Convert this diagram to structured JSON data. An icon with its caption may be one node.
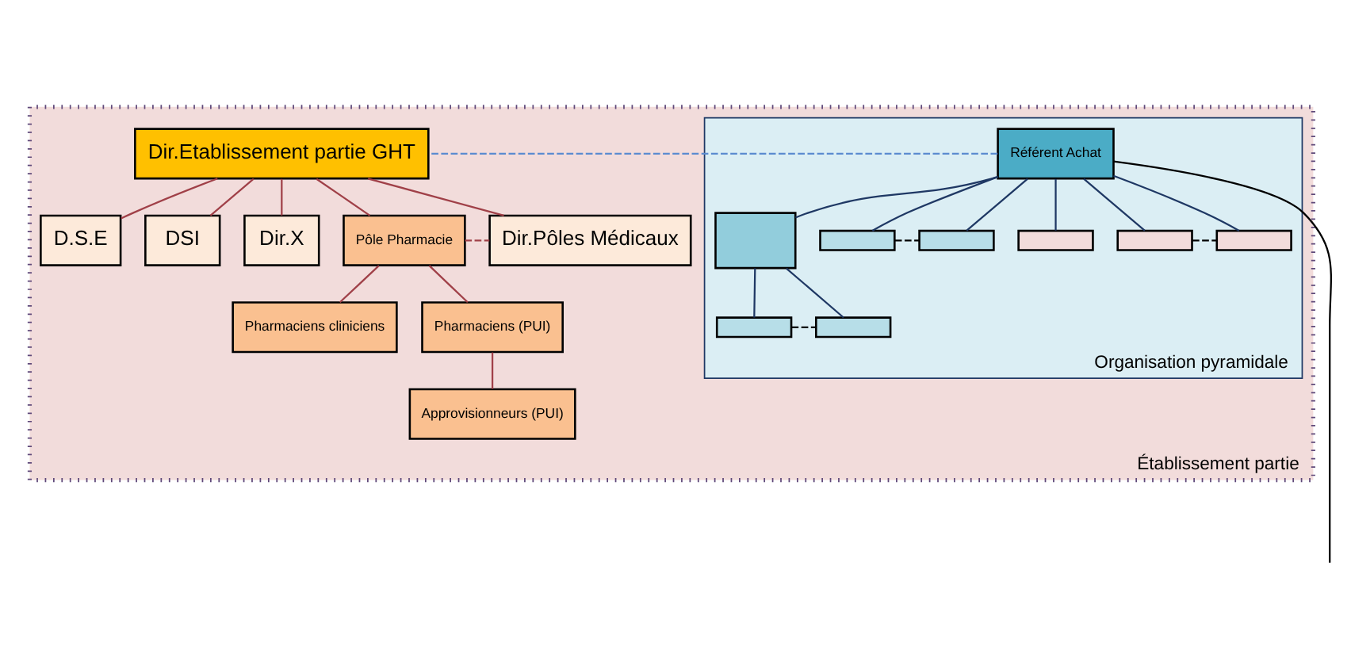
{
  "diagram": {
    "nodes": [
      {
        "text": [
          "Établissement partie"
        ]
      },
      {
        "text": [
          "Dir.Etablissement partie GHT"
        ],
        "in": 0
      },
      {
        "text": [
          "Organisation pyramidale"
        ],
        "in": 0
      },
      {
        "text": [
          "Référent Achat"
        ],
        "in": 2
      },
      {
        "text": [],
        "shape": "box",
        "in": 2
      },
      {
        "text": [],
        "shape": "box",
        "in": 2
      },
      {
        "text": [],
        "shape": "box",
        "in": 2
      },
      {
        "text": [],
        "shape": "box",
        "in": 2
      },
      {
        "text": [],
        "shape": "box",
        "in": 2
      },
      {
        "text": [],
        "shape": "box",
        "in": 2
      },
      {
        "text": [],
        "shape": "box",
        "in": 2
      },
      {
        "text": [],
        "shape": "box",
        "in": 2
      },
      {
        "text": [
          "D.S.E"
        ],
        "in": 0
      },
      {
        "text": [
          "DSI"
        ],
        "in": 0
      },
      {
        "text": [
          "Dir.X"
        ],
        "in": 0
      },
      {
        "text": [
          "Pôle Pharmacie"
        ],
        "in": 0
      },
      {
        "text": [
          "Dir.Pôles Médicaux"
        ],
        "in": 0
      },
      {
        "text": [
          "Pharmaciens cliniciens"
        ],
        "in": 0
      },
      {
        "text": [
          "Pharmaciens (PUI)"
        ],
        "in": 0
      },
      {
        "text": [
          "Approvisionneurs (PUI)"
        ],
        "in": 0
      }
    ],
    "edges": [
      {
        "from": 3,
        "to": null,
        "arrow": "none",
        "color": "#000000"
      },
      {
        "from": 3,
        "to": 1,
        "arrow": "none",
        "style": "dashed",
        "color": "#5b8bd0"
      },
      {
        "from": 1,
        "to": 12,
        "arrow": "none",
        "color": "#a04048"
      },
      {
        "from": 1,
        "to": 13,
        "arrow": "none",
        "color": "#a04048"
      },
      {
        "from": 1,
        "to": 14,
        "arrow": "none",
        "color": "#a04048"
      },
      {
        "from": 1,
        "to": 15,
        "arrow": "none",
        "color": "#a04048"
      },
      {
        "from": 1,
        "to": 16,
        "arrow": "none",
        "color": "#a04048"
      },
      {
        "from": 15,
        "to": 16,
        "arrow": "none",
        "style": "dashed",
        "color": "#a04048"
      },
      {
        "from": 15,
        "to": 17,
        "arrow": "none",
        "color": "#a04048"
      },
      {
        "from": 15,
        "to": 18,
        "arrow": "none",
        "color": "#a04048"
      },
      {
        "from": 18,
        "to": 19,
        "arrow": "none",
        "color": "#a04048"
      },
      {
        "from": 3,
        "to": 4,
        "arrow": "none",
        "color": "#1f3864"
      },
      {
        "from": 3,
        "to": 7,
        "arrow": "none",
        "color": "#1f3864"
      },
      {
        "from": 3,
        "to": 8,
        "arrow": "none",
        "color": "#1f3864"
      },
      {
        "from": 3,
        "to": 9,
        "arrow": "none",
        "color": "#1f3864"
      },
      {
        "from": 3,
        "to": 10,
        "arrow": "none",
        "color": "#1f3864"
      },
      {
        "from": 3,
        "to": 11,
        "arrow": "none",
        "color": "#1f3864"
      },
      {
        "from": 4,
        "to": 5,
        "arrow": "none",
        "color": "#1f3864"
      },
      {
        "from": 4,
        "to": 6,
        "arrow": "none",
        "color": "#1f3864"
      },
      {
        "from": 5,
        "to": 6,
        "arrow": "none",
        "style": "dashed",
        "color": "#000000"
      },
      {
        "from": 7,
        "to": 8,
        "arrow": "none",
        "style": "dashed",
        "color": "#000000"
      },
      {
        "from": 10,
        "to": 11,
        "arrow": "none",
        "style": "dashed",
        "color": "#000000"
      }
    ]
  }
}
